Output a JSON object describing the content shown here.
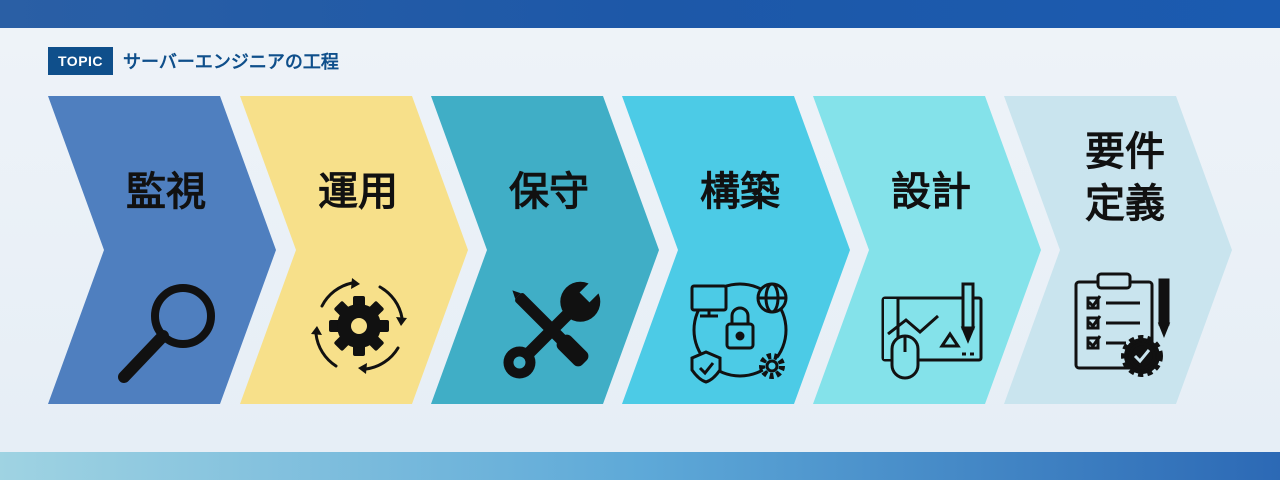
{
  "topic": {
    "badge": "TOPIC",
    "title": "サーバーエンジニアの工程"
  },
  "steps": [
    {
      "label": "監視",
      "icon": "magnifier-icon",
      "color": "#4f7fbf"
    },
    {
      "label": "運用",
      "icon": "gear-cycle-icon",
      "color": "#f7e08a"
    },
    {
      "label": "保守",
      "icon": "tools-icon",
      "color": "#40aec6"
    },
    {
      "label": "構築",
      "icon": "network-security-icon",
      "color": "#4ccbe6"
    },
    {
      "label": "設計",
      "icon": "blueprint-icon",
      "color": "#84e2ea"
    },
    {
      "label": "要件\n定義",
      "icon": "checklist-icon",
      "color": "#c9e4ee"
    }
  ]
}
